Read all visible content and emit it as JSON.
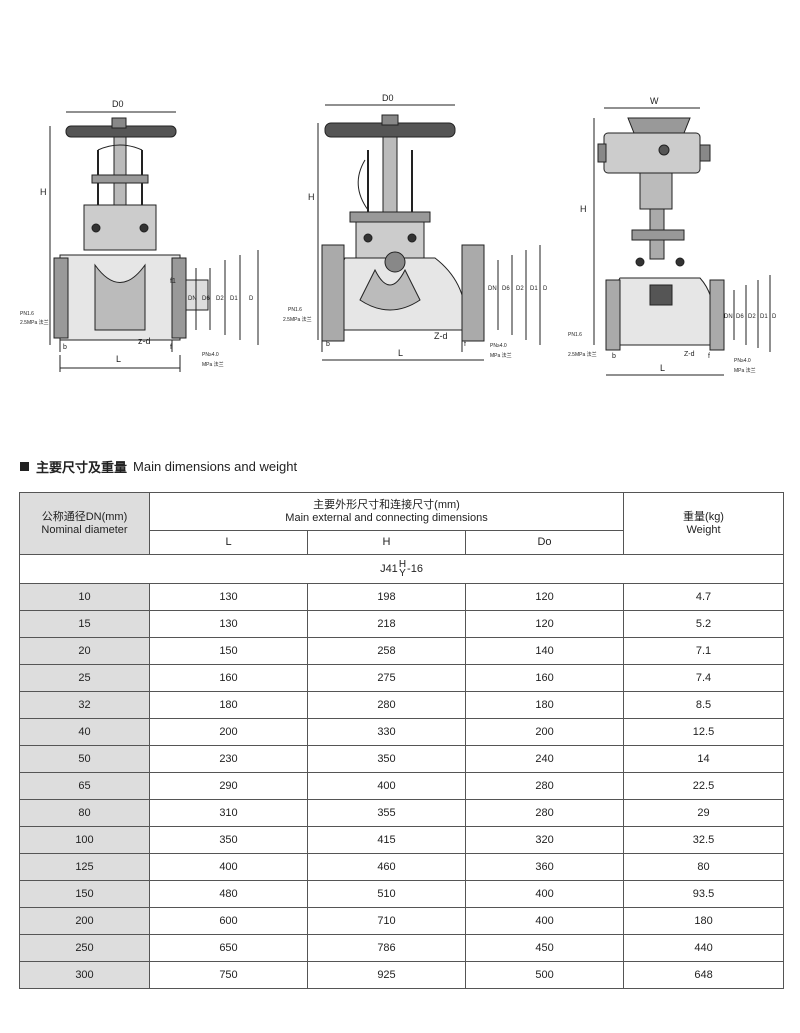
{
  "drawings": {
    "left": {
      "dims": [
        "D0",
        "H",
        "L",
        "b",
        "f",
        "f1",
        "z-d",
        "DN",
        "D6",
        "D2",
        "D1",
        "D"
      ],
      "notes": [
        "PN1.6",
        "2.5MPa 法兰",
        "PN≥4.0",
        "MPa 法兰"
      ]
    },
    "middle": {
      "dims": [
        "D0",
        "H",
        "L",
        "b",
        "f",
        "Z-d",
        "DN",
        "D6",
        "D2",
        "D1",
        "D"
      ],
      "notes": [
        "PN1.6",
        "2.5MPa 法兰",
        "PN≥4.0",
        "MPa 法兰"
      ]
    },
    "right": {
      "dims": [
        "W",
        "H",
        "L",
        "b",
        "f",
        "Z-d",
        "DN",
        "D6",
        "D2",
        "D1",
        "D"
      ],
      "notes": [
        "PN1.6",
        "2.5MPa 法兰",
        "PN≥4.0",
        "MPa 法兰"
      ]
    }
  },
  "section": {
    "title_cn": "主要尺寸及重量",
    "title_en": "Main dimensions and weight"
  },
  "table": {
    "header": {
      "dn_cn": "公称通径DN(mm)",
      "dn_en": "Nominal diameter",
      "dims_cn": "主要外形尺寸和连接尺寸(mm)",
      "dims_en": "Main external and connecting dimensions",
      "weight_cn": "重量(kg)",
      "weight_en": "Weight",
      "col_l": "L",
      "col_h": "H",
      "col_do": "Do"
    },
    "model": {
      "prefix": "J41",
      "top": "H",
      "bottom": "Y",
      "suffix": "-16"
    },
    "rows": [
      {
        "dn": "10",
        "l": "130",
        "h": "198",
        "do": "120",
        "w": "4.7"
      },
      {
        "dn": "15",
        "l": "130",
        "h": "218",
        "do": "120",
        "w": "5.2"
      },
      {
        "dn": "20",
        "l": "150",
        "h": "258",
        "do": "140",
        "w": "7.1"
      },
      {
        "dn": "25",
        "l": "160",
        "h": "275",
        "do": "160",
        "w": "7.4"
      },
      {
        "dn": "32",
        "l": "180",
        "h": "280",
        "do": "180",
        "w": "8.5"
      },
      {
        "dn": "40",
        "l": "200",
        "h": "330",
        "do": "200",
        "w": "12.5"
      },
      {
        "dn": "50",
        "l": "230",
        "h": "350",
        "do": "240",
        "w": "14"
      },
      {
        "dn": "65",
        "l": "290",
        "h": "400",
        "do": "280",
        "w": "22.5"
      },
      {
        "dn": "80",
        "l": "310",
        "h": "355",
        "do": "280",
        "w": "29"
      },
      {
        "dn": "100",
        "l": "350",
        "h": "415",
        "do": "320",
        "w": "32.5"
      },
      {
        "dn": "125",
        "l": "400",
        "h": "460",
        "do": "360",
        "w": "80"
      },
      {
        "dn": "150",
        "l": "480",
        "h": "510",
        "do": "400",
        "w": "93.5"
      },
      {
        "dn": "200",
        "l": "600",
        "h": "710",
        "do": "400",
        "w": "180"
      },
      {
        "dn": "250",
        "l": "650",
        "h": "786",
        "do": "450",
        "w": "440"
      },
      {
        "dn": "300",
        "l": "750",
        "h": "925",
        "do": "500",
        "w": "648"
      }
    ]
  }
}
